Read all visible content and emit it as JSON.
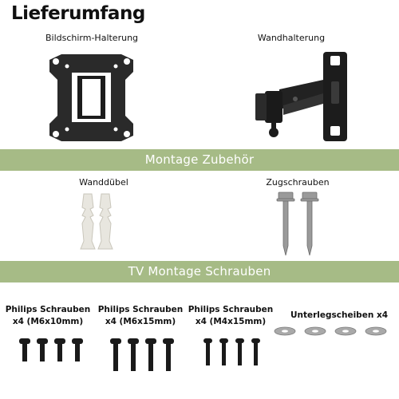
{
  "header": {
    "title": "Lieferumfang"
  },
  "items": {
    "screen_mount": "Bildschirm-Halterung",
    "wall_mount": "Wandhalterung"
  },
  "section_accessories": {
    "title": "Montage Zubehör",
    "dowels": "Wanddübel",
    "lag_screws": "Zugschrauben"
  },
  "section_tv_screws": {
    "title": "TV Montage Schrauben",
    "groups": [
      {
        "name": "Philips Schrauben",
        "qty": "x4 (M6x10mm)"
      },
      {
        "name": "Philips Schrauben",
        "qty": "x4 (M6x15mm)"
      },
      {
        "name": "Philips Schrauben",
        "qty": "x4 (M4x15mm)"
      }
    ],
    "washers": "Unterlegscheiben x4"
  },
  "colors": {
    "band": "#a6bb86",
    "metal": "#1c1c1c",
    "dowel": "#e8e6df",
    "steel": "#9a9a9a"
  }
}
